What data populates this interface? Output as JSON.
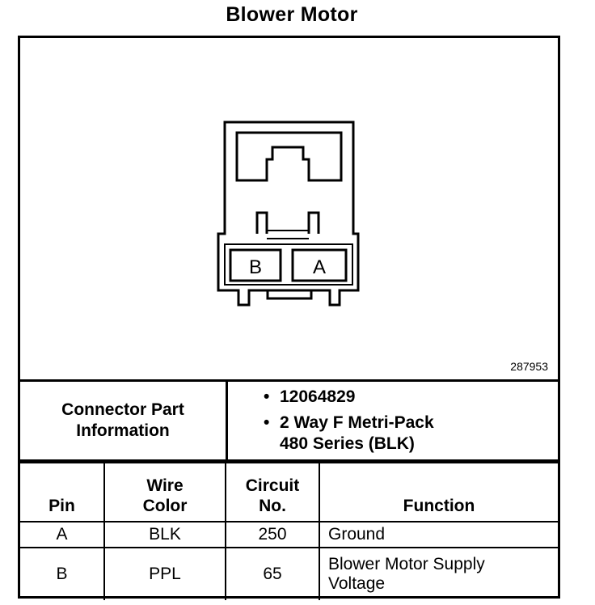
{
  "title": "Blower Motor",
  "figure_number": "287953",
  "connector": {
    "cavity_labels": [
      "B",
      "A"
    ]
  },
  "connector_info": {
    "label_line1": "Connector Part",
    "label_line2": "Information",
    "items": [
      {
        "line1": "12064829",
        "line2": ""
      },
      {
        "line1": "2 Way F Metri-Pack",
        "line2": "480 Series (BLK)"
      }
    ],
    "bullet": "•"
  },
  "table": {
    "headers": [
      {
        "line1": "",
        "line2": "Pin"
      },
      {
        "line1": "Wire",
        "line2": "Color"
      },
      {
        "line1": "Circuit",
        "line2": "No."
      },
      {
        "line1": "",
        "line2": "Function"
      }
    ],
    "rows": [
      {
        "pin": "A",
        "wire_color": "BLK",
        "circuit": "250",
        "function_line1": "Ground",
        "function_line2": ""
      },
      {
        "pin": "B",
        "wire_color": "PPL",
        "circuit": "65",
        "function_line1": "Blower Motor Supply",
        "function_line2": "Voltage"
      }
    ]
  }
}
